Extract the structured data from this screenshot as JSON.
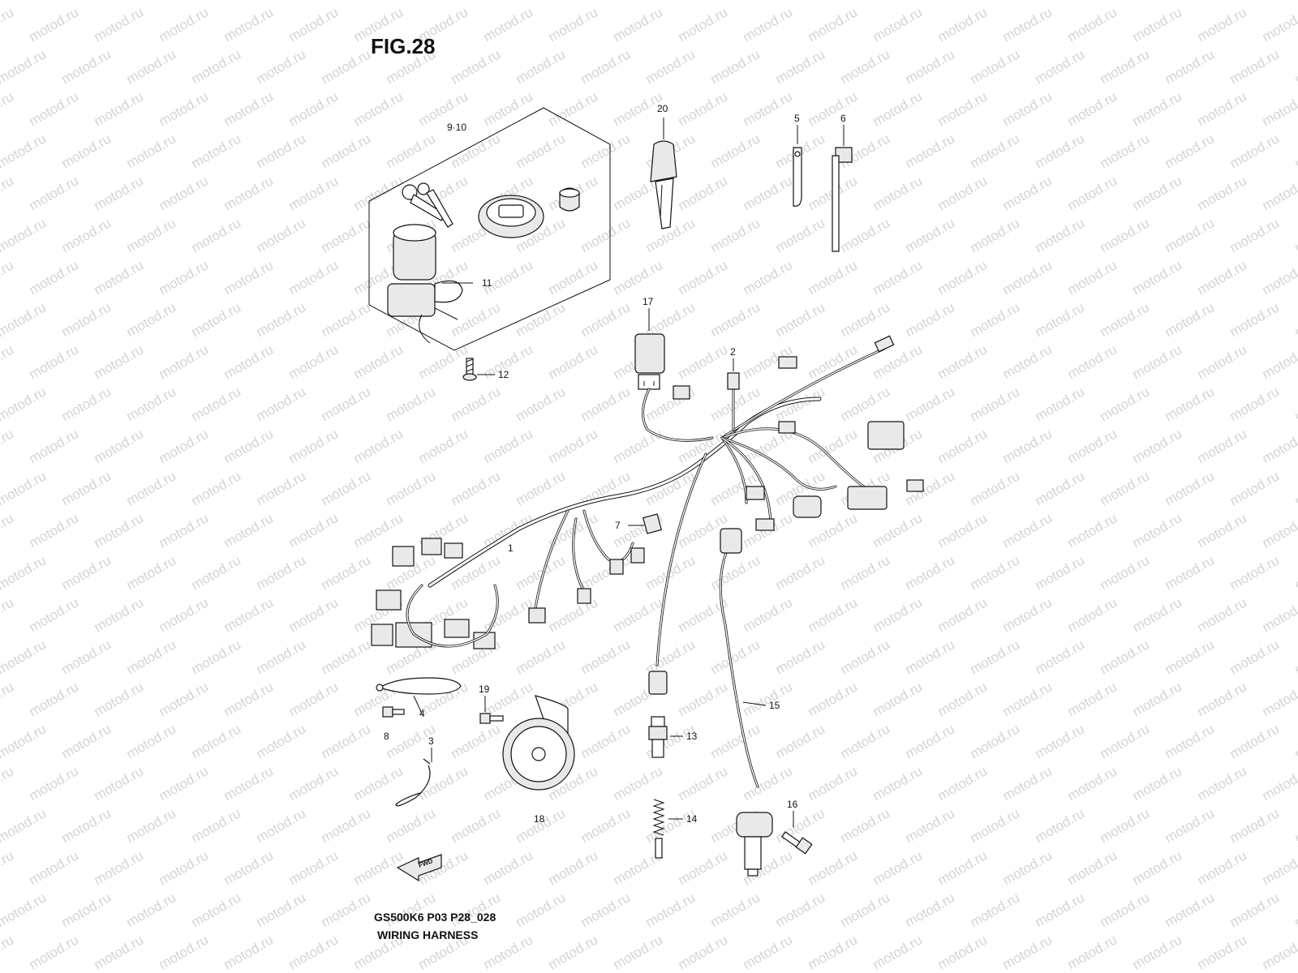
{
  "figure": {
    "title": "FIG.28",
    "model_code": "GS500K6 P03 P28_028",
    "subtitle": "WIRING HARNESS",
    "watermark": "motod.ru"
  },
  "callouts": [
    {
      "id": "c-9-10",
      "label": "9·10"
    },
    {
      "id": "c-11",
      "label": "11"
    },
    {
      "id": "c-12",
      "label": "12"
    },
    {
      "id": "c-20",
      "label": "20"
    },
    {
      "id": "c-5",
      "label": "5"
    },
    {
      "id": "c-6",
      "label": "6"
    },
    {
      "id": "c-17",
      "label": "17"
    },
    {
      "id": "c-2",
      "label": "2"
    },
    {
      "id": "c-7",
      "label": "7"
    },
    {
      "id": "c-1",
      "label": "1"
    },
    {
      "id": "c-19",
      "label": "19"
    },
    {
      "id": "c-4",
      "label": "4"
    },
    {
      "id": "c-8",
      "label": "8"
    },
    {
      "id": "c-3",
      "label": "3"
    },
    {
      "id": "c-18",
      "label": "18"
    },
    {
      "id": "c-13",
      "label": "13"
    },
    {
      "id": "c-14",
      "label": "14"
    },
    {
      "id": "c-15",
      "label": "15"
    },
    {
      "id": "c-16",
      "label": "16"
    }
  ],
  "direction_arrow": {
    "label": "FWD",
    "icon": "forward-arrow-icon"
  }
}
